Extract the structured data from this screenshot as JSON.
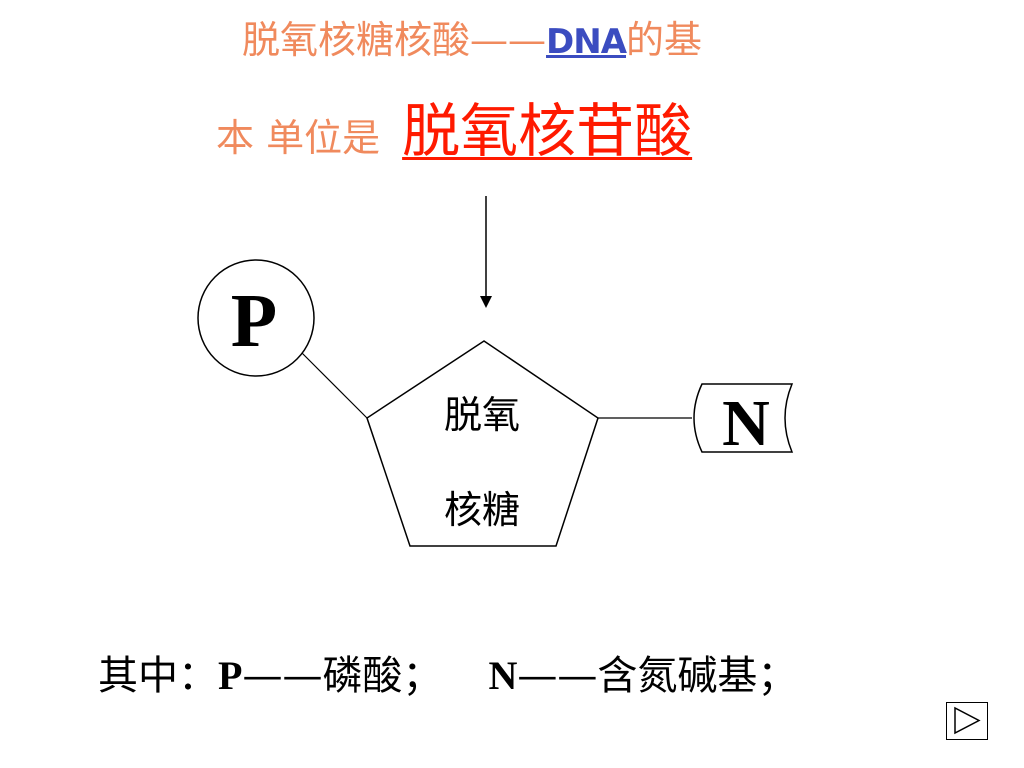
{
  "title": {
    "prefix": "脱氧核糖核酸——",
    "dna": "DNA",
    "suffix": "的基",
    "line2_prefix": "本 单位是",
    "answer": "脱氧核苷酸"
  },
  "diagram": {
    "phosphate_label": "P",
    "sugar_label_1": "脱氧",
    "sugar_label_2": "核糖",
    "base_label": "N"
  },
  "caption": {
    "lead": "其中：",
    "p_symbol": "P",
    "p_dash": "——",
    "p_meaning": "磷酸；",
    "n_symbol": "N",
    "n_dash": "——",
    "n_meaning": "含氮碱基；"
  },
  "nav": {
    "icon": "play-triangle-icon"
  }
}
